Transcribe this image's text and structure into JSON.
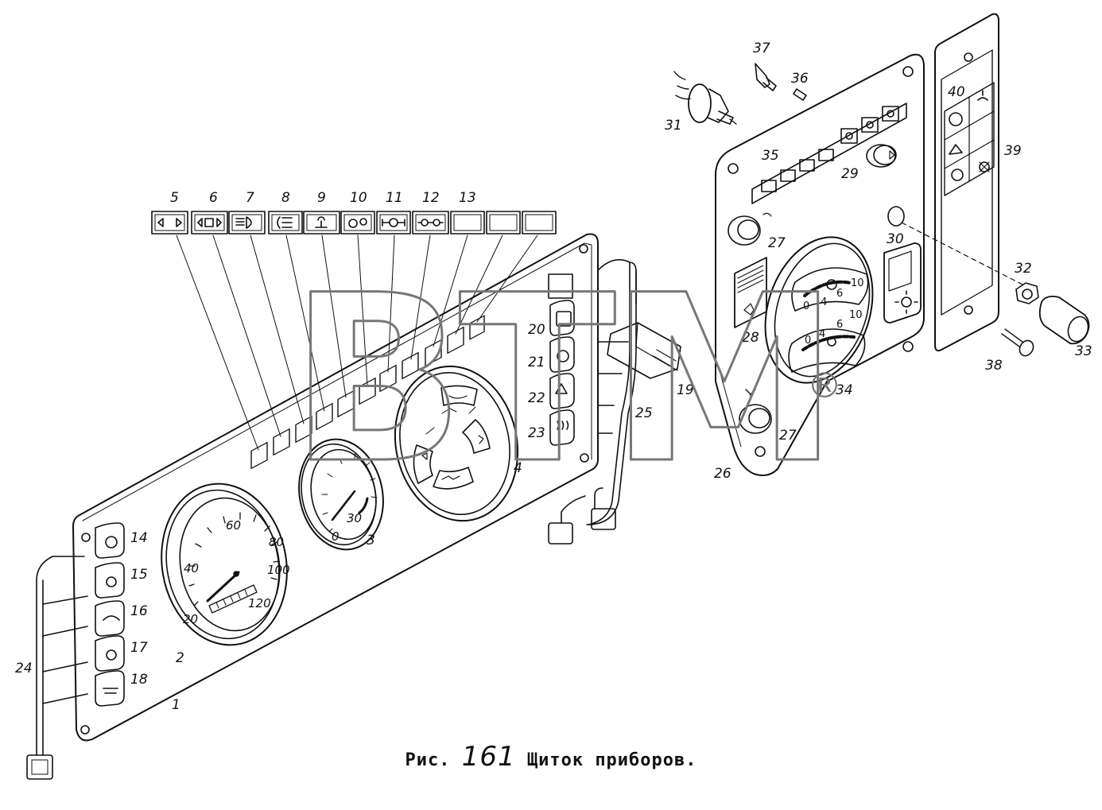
{
  "caption": {
    "prefix": "Рис.",
    "number": "161",
    "title": "Щиток приборов."
  },
  "watermark": {
    "text": "BTM",
    "mark": "®"
  },
  "callouts": [
    "1",
    "2",
    "3",
    "4",
    "5",
    "6",
    "7",
    "8",
    "9",
    "10",
    "11",
    "12",
    "13",
    "14",
    "15",
    "16",
    "17",
    "18",
    "19",
    "20",
    "21",
    "22",
    "23",
    "24",
    "25",
    "26",
    "27",
    "27",
    "28",
    "29",
    "30",
    "31",
    "32",
    "33",
    "34",
    "35",
    "36",
    "37",
    "38",
    "39",
    "40"
  ],
  "speedometer": {
    "scale": [
      "20",
      "40",
      "60",
      "80",
      "100",
      "120"
    ]
  },
  "gauge3": {
    "scale": [
      "0",
      "30"
    ]
  },
  "gauge34": {
    "upper_scale": [
      "0",
      "4",
      "6",
      "10"
    ],
    "lower_scale": [
      "0",
      "4",
      "6",
      "10"
    ]
  },
  "colors": {
    "ink": "#111111",
    "watermark": "#777777",
    "background": "#ffffff"
  },
  "icons": [
    "turn-signal-indicator-icon",
    "trailer-turn-signal-icon",
    "high-beam-icon",
    "parking-lights-icon",
    "parking-brake-icon",
    "transmission-icon",
    "trailer-brake-icon",
    "differential-lock-icon",
    "fan-icon",
    "warning-triangle-icon",
    "heater-icon",
    "ignition-lamp-icon"
  ]
}
